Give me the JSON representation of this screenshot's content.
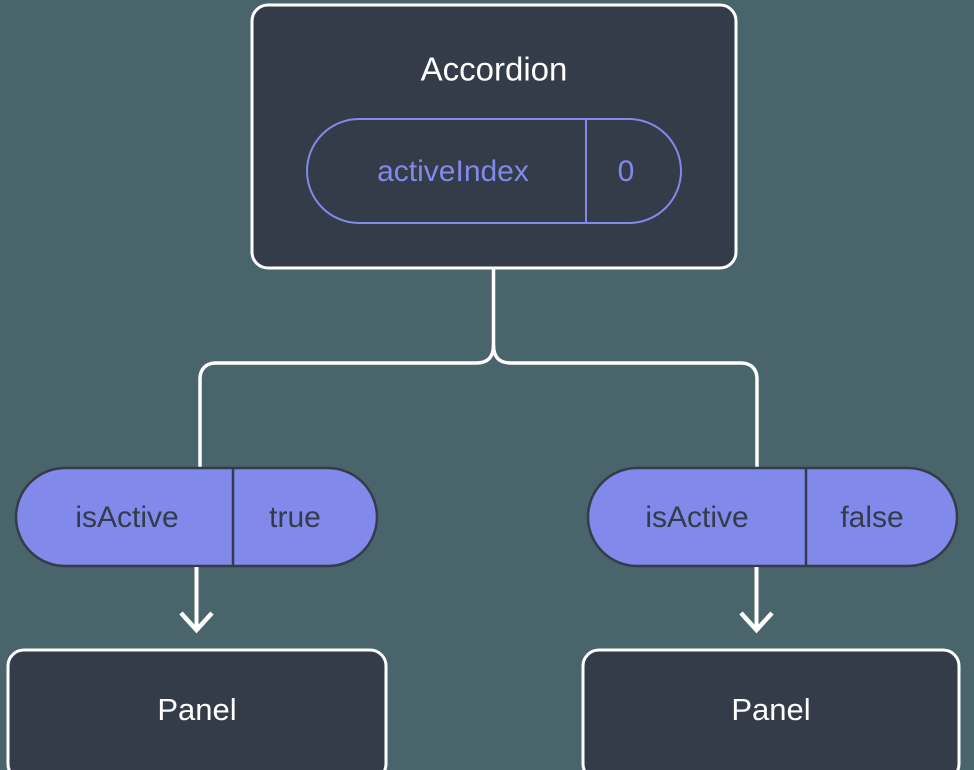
{
  "diagram": {
    "type": "component-state-tree",
    "background_color": "#4a646c",
    "node_fill_color": "#343b49",
    "node_border_color": "#ffffff",
    "accent_color": "#8189ea",
    "text_color": "#ffffff",
    "root": {
      "title": "Accordion",
      "prop": {
        "name": "activeIndex",
        "value": "0",
        "style": "outlined"
      }
    },
    "branches": [
      {
        "side": "left",
        "prop": {
          "name": "isActive",
          "value": "true",
          "style": "filled"
        },
        "child": {
          "title": "Panel"
        }
      },
      {
        "side": "right",
        "prop": {
          "name": "isActive",
          "value": "false",
          "style": "filled"
        },
        "child": {
          "title": "Panel"
        }
      }
    ]
  }
}
